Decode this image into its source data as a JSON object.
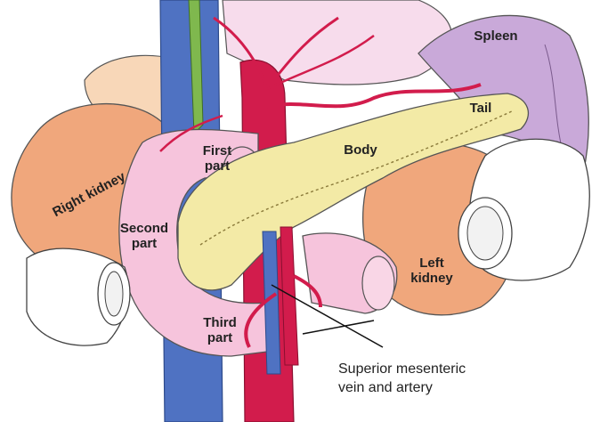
{
  "labels": {
    "spleen": "Spleen",
    "tail": "Tail",
    "body": "Body",
    "first_part": "First part",
    "right_kidney": "Right kidney",
    "second_part": "Second part",
    "left_kidney": "Left kidney",
    "third_part": "Third part"
  },
  "caption": {
    "line1": "Superior mesenteric",
    "line2": "vein and artery"
  },
  "colors": {
    "pancreas": "#f3eaa6",
    "kidney": "#f0a77c",
    "duodenum": "#f6c4dc",
    "spleen": "#c9a9d9",
    "artery": "#d21c4c",
    "vein": "#4f72c2",
    "bile_duct": "#7fb84e",
    "colon": "#ffffff"
  }
}
